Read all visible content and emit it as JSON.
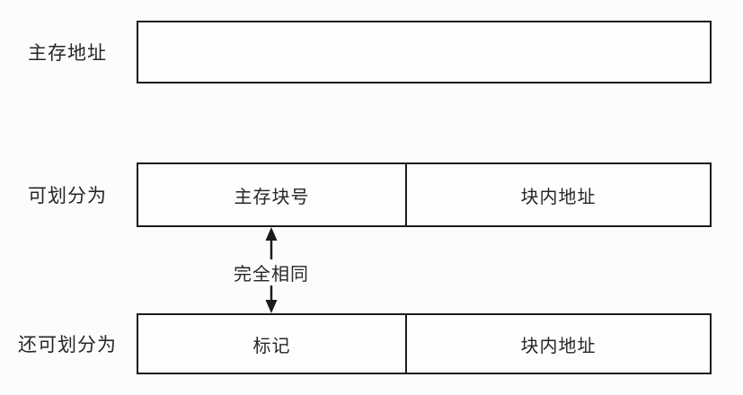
{
  "diagram": {
    "row1": {
      "label": "主存地址"
    },
    "row2": {
      "label": "可划分为",
      "cell_left": "主存块号",
      "cell_right": "块内地址"
    },
    "arrow": {
      "label": "完全相同"
    },
    "row3": {
      "label": "还可划分为",
      "cell_left": "标记",
      "cell_right": "块内地址"
    }
  },
  "colors": {
    "background": "#fcfcfc",
    "border": "#1b1b1b",
    "text": "#262626"
  }
}
